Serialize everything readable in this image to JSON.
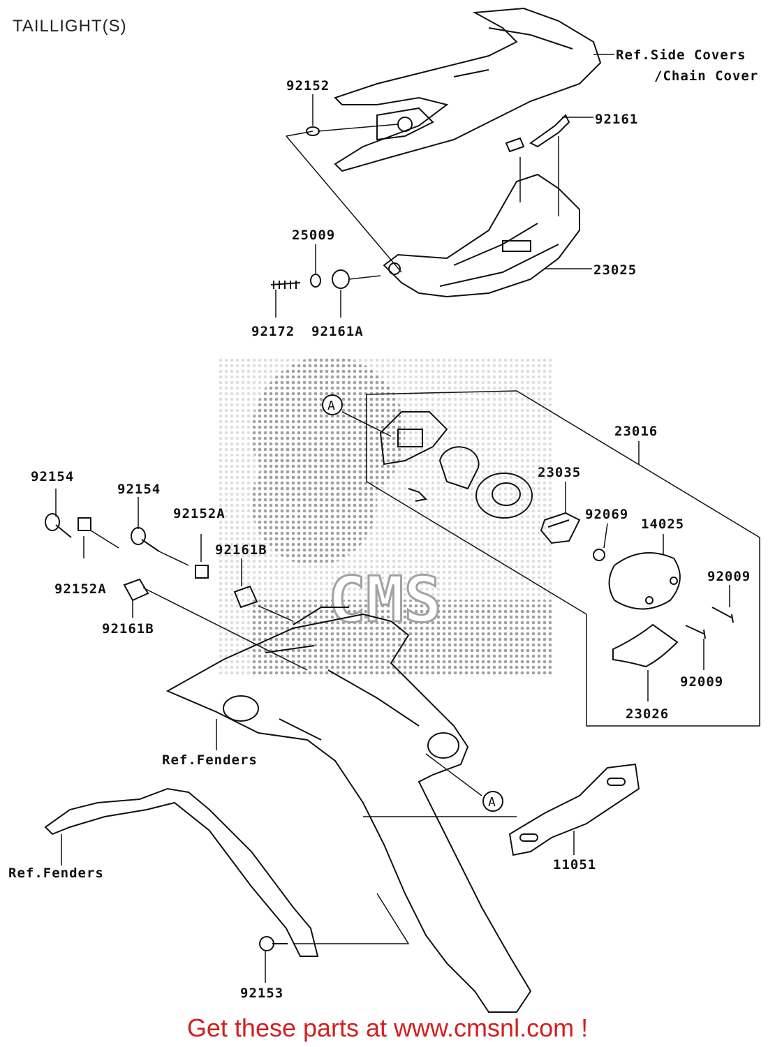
{
  "page": {
    "title": "TAILLIGHT(S)"
  },
  "labels": {
    "p92152": "92152",
    "ref_side_covers": "Ref.Side Covers",
    "chain_cover": "/Chain Cover",
    "p92161": "92161",
    "p25009": "25009",
    "p23025": "23025",
    "p92172": "92172",
    "p92161A": "92161A",
    "p23016": "23016",
    "p92154_a": "92154",
    "p92154_b": "92154",
    "p23035": "23035",
    "p92152A_a": "92152A",
    "p92161B_a": "92161B",
    "p92069": "92069",
    "p14025": "14025",
    "p92152A_b": "92152A",
    "p92161B_b": "92161B",
    "p92009_a": "92009",
    "p92009_b": "92009",
    "p23026": "23026",
    "ref_fenders_a": "Ref.Fenders",
    "ref_fenders_b": "Ref.Fenders",
    "p11051": "11051",
    "p92153": "92153",
    "callout_a1": "A",
    "callout_a2": "A"
  },
  "watermark": {
    "logo_text": "CMS"
  },
  "footer": {
    "text": "Get these parts at www.cmsnl.com !",
    "color": "#d21f1f"
  }
}
